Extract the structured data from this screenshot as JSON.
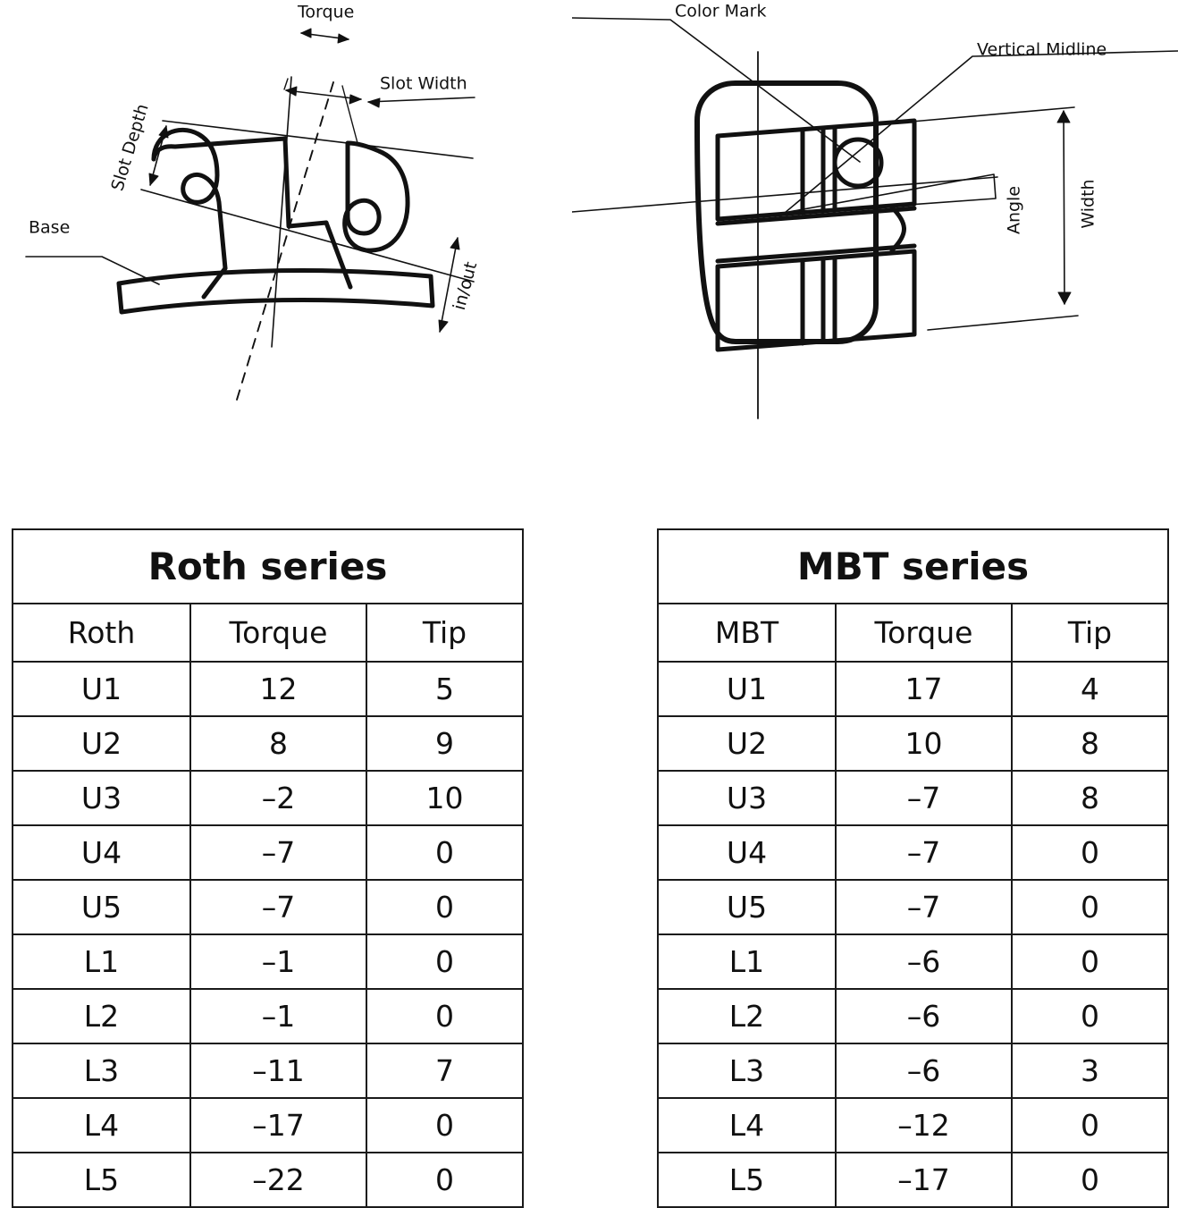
{
  "diagrams": {
    "side_view": {
      "name": "bracket-side-view",
      "labels": {
        "torque": "Torque",
        "slot_width": "Slot Width",
        "slot_depth": "Slot Depth",
        "base": "Base",
        "in_out": "in/out"
      }
    },
    "front_view": {
      "name": "bracket-front-view",
      "labels": {
        "color_mark": "Color Mark",
        "vertical_midline": "Vertical Midline",
        "width": "Width",
        "angle": "Angle"
      }
    }
  },
  "tables": [
    {
      "id": "roth",
      "title": "Roth series",
      "headers": [
        "Roth",
        "Torque",
        "Tip"
      ],
      "rows": [
        [
          "U1",
          "12",
          "5"
        ],
        [
          "U2",
          "8",
          "9"
        ],
        [
          "U3",
          "–2",
          "10"
        ],
        [
          "U4",
          "–7",
          "0"
        ],
        [
          "U5",
          "–7",
          "0"
        ],
        [
          "L1",
          "–1",
          "0"
        ],
        [
          "L2",
          "–1",
          "0"
        ],
        [
          "L3",
          "–11",
          "7"
        ],
        [
          "L4",
          "–17",
          "0"
        ],
        [
          "L5",
          "–22",
          "0"
        ]
      ]
    },
    {
      "id": "mbt",
      "title": "MBT series",
      "headers": [
        "MBT",
        "Torque",
        "Tip"
      ],
      "rows": [
        [
          "U1",
          "17",
          "4"
        ],
        [
          "U2",
          "10",
          "8"
        ],
        [
          "U3",
          "–7",
          "8"
        ],
        [
          "U4",
          "–7",
          "0"
        ],
        [
          "U5",
          "–7",
          "0"
        ],
        [
          "L1",
          "–6",
          "0"
        ],
        [
          "L2",
          "–6",
          "0"
        ],
        [
          "L3",
          "–6",
          "3"
        ],
        [
          "L4",
          "–12",
          "0"
        ],
        [
          "L5",
          "–17",
          "0"
        ]
      ]
    }
  ],
  "colors": {
    "ink": "#111111",
    "rule": "#1a1a1a",
    "background": "#ffffff"
  },
  "chart_data": {
    "type": "table",
    "title": "Orthodontic bracket prescription values",
    "tables": [
      {
        "name": "Roth series",
        "columns": [
          "Roth",
          "Torque",
          "Tip"
        ],
        "tooth": [
          "U1",
          "U2",
          "U3",
          "U4",
          "U5",
          "L1",
          "L2",
          "L3",
          "L4",
          "L5"
        ],
        "torque": [
          12,
          8,
          -2,
          -7,
          -7,
          -1,
          -1,
          -11,
          -17,
          -22
        ],
        "tip": [
          5,
          9,
          10,
          0,
          0,
          0,
          0,
          7,
          0,
          0
        ]
      },
      {
        "name": "MBT series",
        "columns": [
          "MBT",
          "Torque",
          "Tip"
        ],
        "tooth": [
          "U1",
          "U2",
          "U3",
          "U4",
          "U5",
          "L1",
          "L2",
          "L3",
          "L4",
          "L5"
        ],
        "torque": [
          17,
          10,
          -7,
          -7,
          -7,
          -6,
          -6,
          -6,
          -12,
          -17
        ],
        "tip": [
          4,
          8,
          8,
          0,
          0,
          0,
          0,
          3,
          0,
          0
        ]
      }
    ]
  }
}
